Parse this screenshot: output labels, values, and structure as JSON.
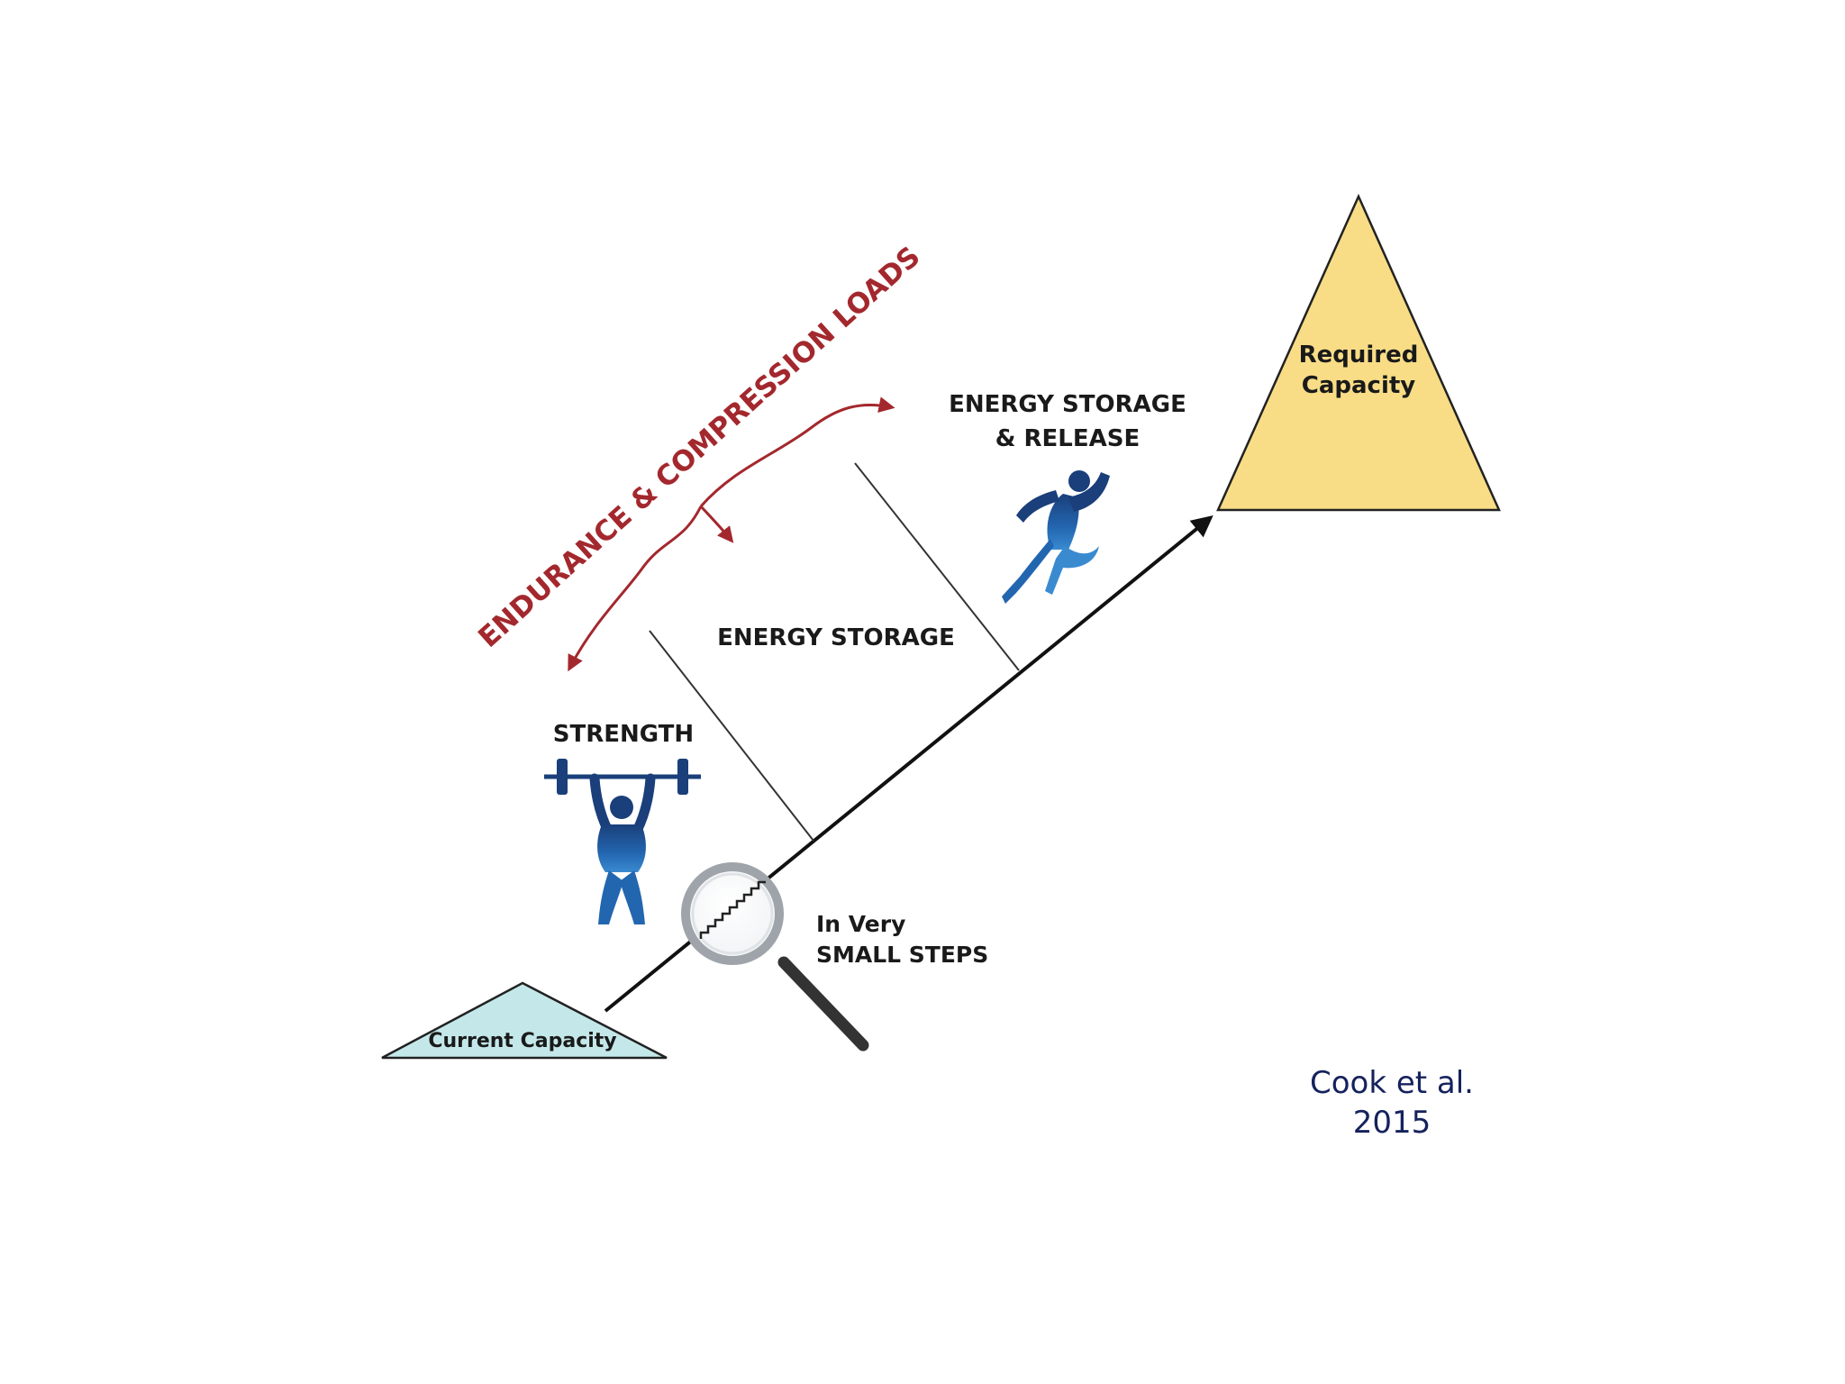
{
  "diagram": {
    "required_capacity": {
      "line1": "Required",
      "line2": "Capacity"
    },
    "current_capacity": "Current Capacity",
    "endurance_label": "ENDURANCE & COMPRESSION LOADS",
    "stages": {
      "strength": "STRENGTH",
      "energy_storage": "ENERGY STORAGE",
      "energy_storage_release": {
        "line1": "ENERGY STORAGE",
        "line2": "& RELEASE"
      }
    },
    "small_steps": {
      "line1": "In Very",
      "line2": "SMALL STEPS"
    },
    "icons": [
      "weightlifter-icon",
      "sprinter-icon",
      "magnifying-glass-icon"
    ]
  },
  "citation": {
    "line1": "Cook et al.",
    "line2": "2015"
  },
  "colors": {
    "required_fill": "#f8dd86",
    "current_fill": "#c4e8ea",
    "endurance_red": "#a3282d",
    "figure_blue": "#1d4f8c",
    "line_dark": "#111111",
    "citation_navy": "#15225c"
  }
}
